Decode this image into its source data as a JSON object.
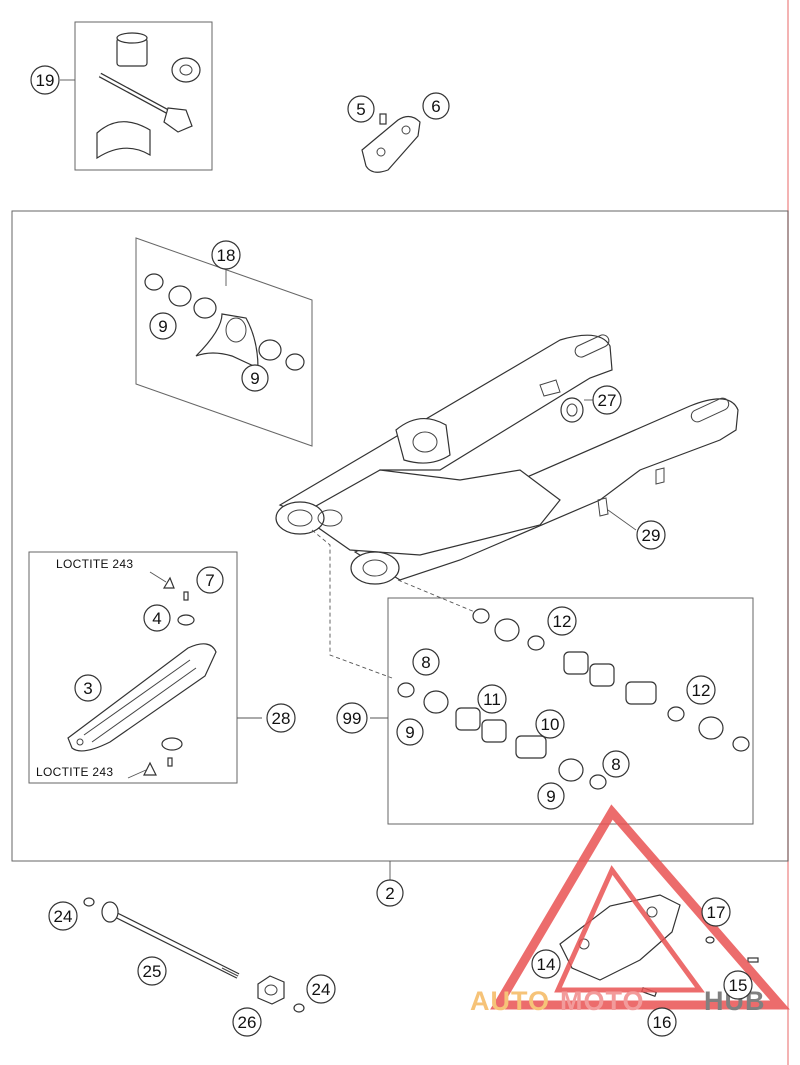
{
  "callouts": {
    "c2": "2",
    "c3": "3",
    "c4": "4",
    "c5": "5",
    "c6": "6",
    "c7": "7",
    "c8a": "8",
    "c8b": "8",
    "c9a": "9",
    "c9b": "9",
    "c9c": "9",
    "c9d": "9",
    "c10": "10",
    "c11": "11",
    "c12a": "12",
    "c12b": "12",
    "c14": "14",
    "c15": "15",
    "c16": "16",
    "c17": "17",
    "c18": "18",
    "c19": "19",
    "c24a": "24",
    "c24b": "24",
    "c25": "25",
    "c26": "26",
    "c27": "27",
    "c28": "28",
    "c29": "29",
    "c99": "99"
  },
  "annotations": {
    "loctite_top": "LOCTITE 243",
    "loctite_bottom": "LOCTITE 243"
  },
  "watermark": {
    "part1": "AUTO",
    "part2": "MOTO",
    "part3": "HUB",
    "color1": "#f5b961",
    "color2": "#f08a8a",
    "color3": "#6b6b6b",
    "triangle_color": "#e95353"
  },
  "colors": {
    "line": "#333333",
    "frame": "#666666",
    "margin_line": "#f09a9a"
  }
}
